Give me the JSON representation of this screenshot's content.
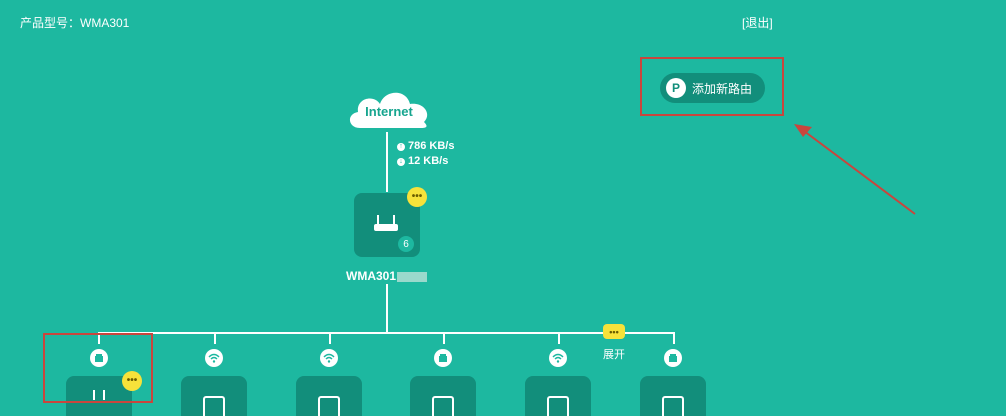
{
  "header": {
    "model_label": "产品型号：WMA301",
    "logout": "[退出]"
  },
  "actions": {
    "add_router": "添加新路由",
    "logo_letter": "P"
  },
  "internet": {
    "label": "Internet",
    "upload": "786 KB/s",
    "download": "12 KB/s"
  },
  "main_router": {
    "name": "WMA301",
    "client_count": "6",
    "more": "•••"
  },
  "nodes": {
    "expand_label": "展开",
    "expand_more": "•••",
    "first_more": "•••"
  },
  "colors": {
    "background": "#1db8a0",
    "dark_tile": "#128e7b",
    "badge": "#f7e23a",
    "highlight": "#c9463d"
  }
}
